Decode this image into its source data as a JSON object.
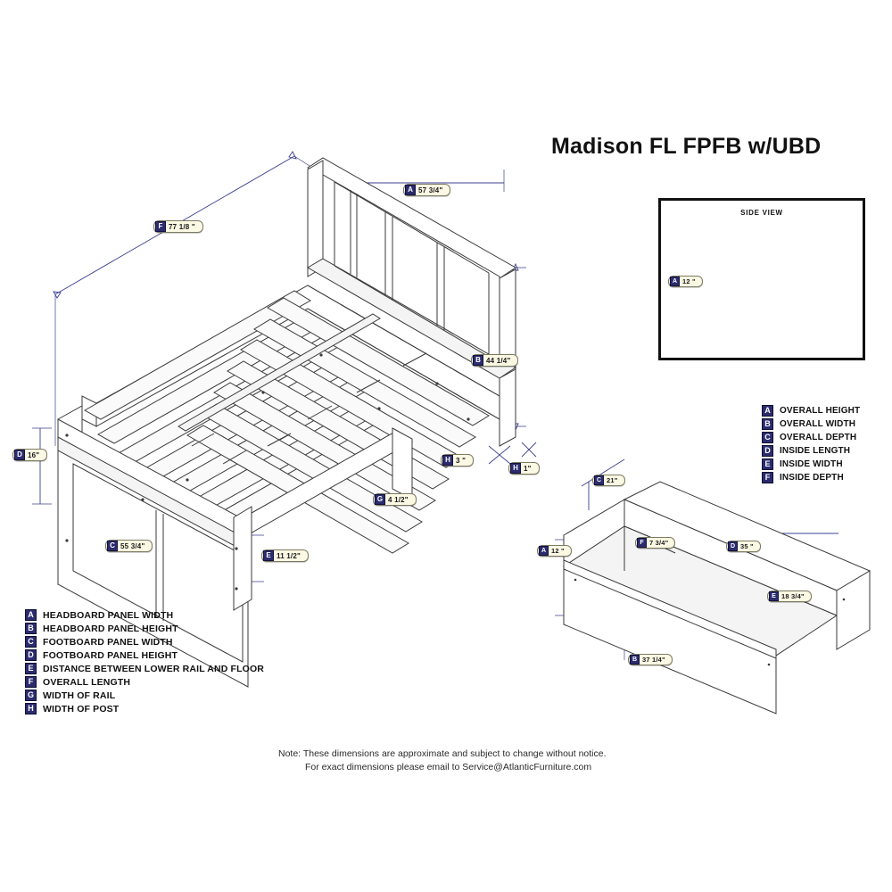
{
  "title": "Madison FL FPFB w/UBD",
  "side_view": {
    "label": "SIDE VIEW",
    "callouts": [
      {
        "tag": "A",
        "value": "12 \""
      }
    ]
  },
  "bed_callouts": [
    {
      "tag": "A",
      "value": "57 3/4\"",
      "name": "callout-bed-a-headboard-panel-width"
    },
    {
      "tag": "F",
      "value": "77 1/8 \"",
      "name": "callout-bed-f-overall-length"
    },
    {
      "tag": "B",
      "value": "44 1/4\"",
      "name": "callout-bed-b-headboard-panel-height"
    },
    {
      "tag": "D",
      "value": "16\"",
      "name": "callout-bed-d-footboard-panel-height"
    },
    {
      "tag": "C",
      "value": "55 3/4\"",
      "name": "callout-bed-c-footboard-panel-width"
    },
    {
      "tag": "E",
      "value": "11 1/2\"",
      "name": "callout-bed-e-lower-rail-to-floor"
    },
    {
      "tag": "G",
      "value": "4 1/2\"",
      "name": "callout-bed-g-width-of-rail"
    },
    {
      "tag": "H",
      "value": "3 \"",
      "name": "callout-bed-h-width-of-post-3"
    },
    {
      "tag": "H",
      "value": "1\"",
      "name": "callout-bed-h-width-of-post-1"
    }
  ],
  "drawer_callouts": [
    {
      "tag": "C",
      "value": "21\"",
      "name": "callout-drawer-c-overall-depth"
    },
    {
      "tag": "A",
      "value": "12 \"",
      "name": "callout-drawer-a-overall-height"
    },
    {
      "tag": "F",
      "value": "7 3/4\"",
      "name": "callout-drawer-f-inside-depth"
    },
    {
      "tag": "D",
      "value": "35 \"",
      "name": "callout-drawer-d-inside-length"
    },
    {
      "tag": "E",
      "value": "18 3/4\"",
      "name": "callout-drawer-e-inside-width"
    },
    {
      "tag": "B",
      "value": "37 1/4\"",
      "name": "callout-drawer-b-overall-width"
    }
  ],
  "legend_left": {
    "items": [
      {
        "tag": "A",
        "label": "HEADBOARD PANEL WIDTH"
      },
      {
        "tag": "B",
        "label": "HEADBOARD PANEL HEIGHT"
      },
      {
        "tag": "C",
        "label": "FOOTBOARD PANEL WIDTH"
      },
      {
        "tag": "D",
        "label": "FOOTBOARD PANEL HEIGHT"
      },
      {
        "tag": "E",
        "label": "DISTANCE BETWEEN LOWER RAIL AND FLOOR"
      },
      {
        "tag": "F",
        "label": "OVERALL LENGTH"
      },
      {
        "tag": "G",
        "label": "WIDTH OF RAIL"
      },
      {
        "tag": "H",
        "label": "WIDTH OF POST"
      }
    ]
  },
  "legend_right": {
    "items": [
      {
        "tag": "A",
        "label": "OVERALL HEIGHT"
      },
      {
        "tag": "B",
        "label": "OVERALL WIDTH"
      },
      {
        "tag": "C",
        "label": "OVERALL DEPTH"
      },
      {
        "tag": "D",
        "label": "INSIDE LENGTH"
      },
      {
        "tag": "E",
        "label": "INSIDE WIDTH"
      },
      {
        "tag": "F",
        "label": "INSIDE DEPTH"
      }
    ]
  },
  "note": {
    "line1": "Note:  These dimensions are approximate and subject to change without notice.",
    "line2": "For exact dimensions please email to Service@AtlanticFurniture.com"
  },
  "colors": {
    "tag_bg": "#2b2b6e",
    "pill_bg": "#fbf8e3",
    "dimension_line": "#3b3f8f",
    "outline": "#3a3a3a"
  }
}
